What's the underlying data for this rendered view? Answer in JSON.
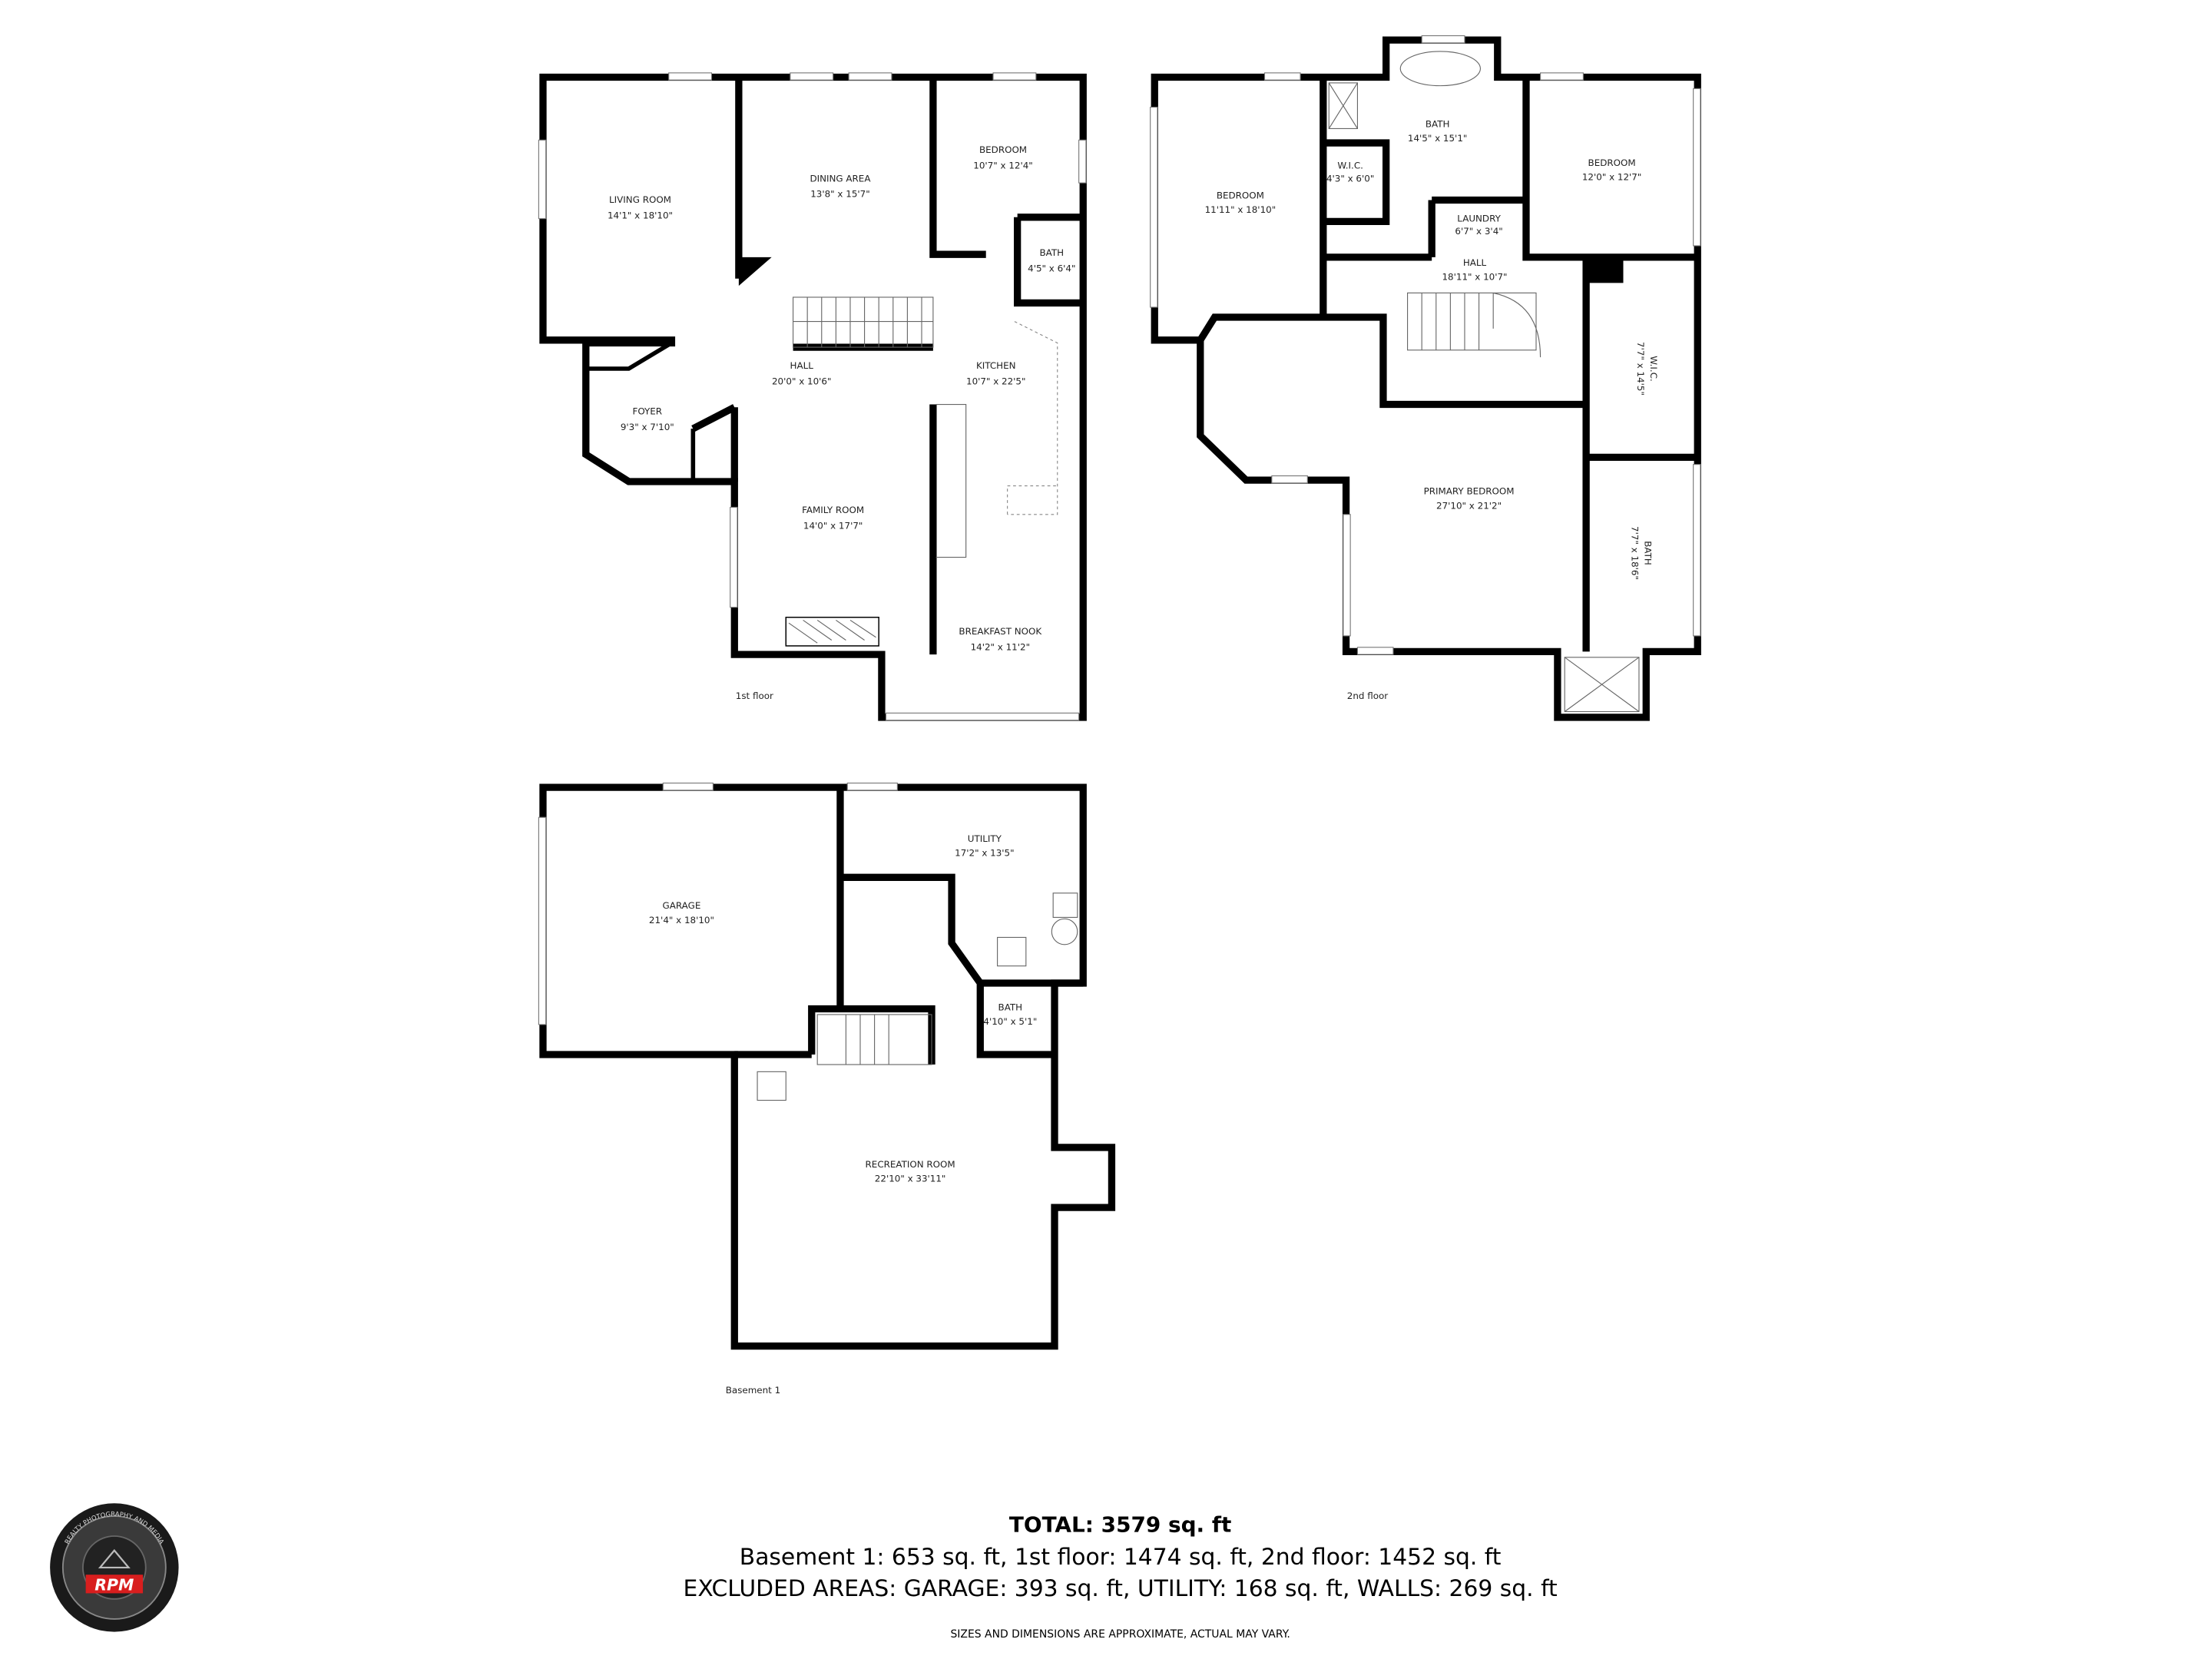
{
  "floors": [
    {
      "label": "1st floor",
      "rooms": [
        {
          "name": "LIVING ROOM",
          "dims": "14'1\" x 18'10\""
        },
        {
          "name": "DINING AREA",
          "dims": "13'8\" x 15'7\""
        },
        {
          "name": "BEDROOM",
          "dims": "10'7\" x 12'4\""
        },
        {
          "name": "BATH",
          "dims": "4'5\" x 6'4\""
        },
        {
          "name": "HALL",
          "dims": "20'0\" x 10'6\""
        },
        {
          "name": "KITCHEN",
          "dims": "10'7\" x 22'5\""
        },
        {
          "name": "FOYER",
          "dims": "9'3\" x 7'10\""
        },
        {
          "name": "FAMILY ROOM",
          "dims": "14'0\" x 17'7\""
        },
        {
          "name": "BREAKFAST NOOK",
          "dims": "14'2\" x 11'2\""
        }
      ]
    },
    {
      "label": "2nd floor",
      "rooms": [
        {
          "name": "BATH",
          "dims": "14'5\" x 15'1\""
        },
        {
          "name": "BEDROOM",
          "dims": "11'11\" x 18'10\""
        },
        {
          "name": "W.I.C.",
          "dims": "4'3\" x 6'0\""
        },
        {
          "name": "BEDROOM",
          "dims": "12'0\" x 12'7\""
        },
        {
          "name": "LAUNDRY",
          "dims": "6'7\" x 3'4\""
        },
        {
          "name": "HALL",
          "dims": "18'11\" x 10'7\""
        },
        {
          "name": "W.I.C.",
          "dims": "7'7\" x 14'5\""
        },
        {
          "name": "PRIMARY BEDROOM",
          "dims": "27'10\" x 21'2\""
        },
        {
          "name": "BATH",
          "dims": "7'7\" x 18'6\""
        }
      ]
    },
    {
      "label": "Basement 1",
      "rooms": [
        {
          "name": "GARAGE",
          "dims": "21'4\" x 18'10\""
        },
        {
          "name": "UTILITY",
          "dims": "17'2\" x 13'5\""
        },
        {
          "name": "BATH",
          "dims": "4'10\" x 5'1\""
        },
        {
          "name": "RECREATION ROOM",
          "dims": "22'10\" x 33'11\""
        }
      ]
    }
  ],
  "summary": {
    "total": "TOTAL: 3579 sq. ft",
    "floors_line": "Basement 1: 653 sq. ft, 1st floor: 1474 sq. ft, 2nd floor: 1452 sq. ft",
    "excluded_line": "EXCLUDED AREAS: GARAGE: 393 sq. ft, UTILITY: 168 sq. ft, WALLS: 269 sq. ft",
    "disclaimer": "SIZES AND DIMENSIONS ARE APPROXIMATE, ACTUAL MAY VARY."
  },
  "logo": {
    "text": "RPM",
    "ring_text": "REALTY PHOTOGRAPHY AND MEDIA",
    "accent": "#d81e1e"
  }
}
